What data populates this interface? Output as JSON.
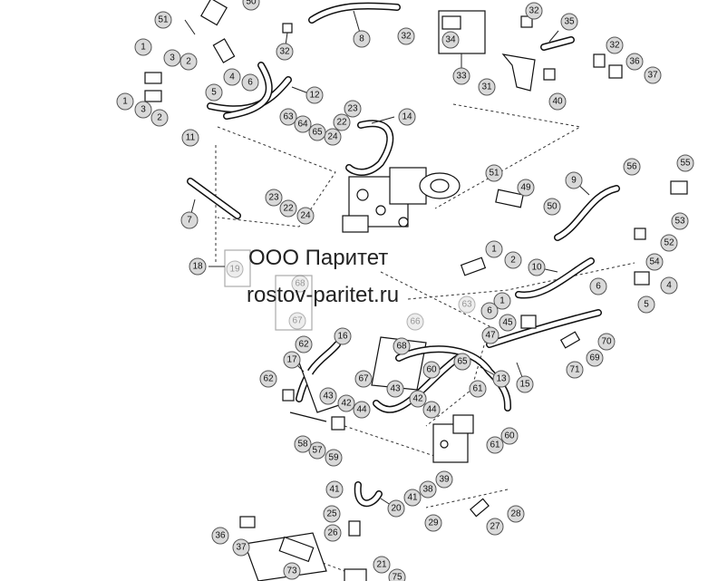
{
  "watermark": {
    "line1": "ООО Паритет",
    "line2": "rostov-paritet.ru"
  },
  "callouts": [
    "1",
    "2",
    "3",
    "4",
    "5",
    "6",
    "7",
    "8",
    "9",
    "10",
    "11",
    "12",
    "13",
    "14",
    "15",
    "16",
    "17",
    "18",
    "19",
    "20",
    "21",
    "22",
    "23",
    "24",
    "25",
    "26",
    "27",
    "28",
    "29",
    "31",
    "32",
    "33",
    "34",
    "35",
    "36",
    "37",
    "38",
    "39",
    "40",
    "41",
    "42",
    "43",
    "44",
    "45",
    "47",
    "49",
    "50",
    "51",
    "52",
    "53",
    "54",
    "55",
    "56",
    "57",
    "58",
    "59",
    "60",
    "61",
    "62",
    "63",
    "64",
    "65",
    "66",
    "67",
    "68",
    "69",
    "70",
    "71",
    "73",
    "75"
  ]
}
